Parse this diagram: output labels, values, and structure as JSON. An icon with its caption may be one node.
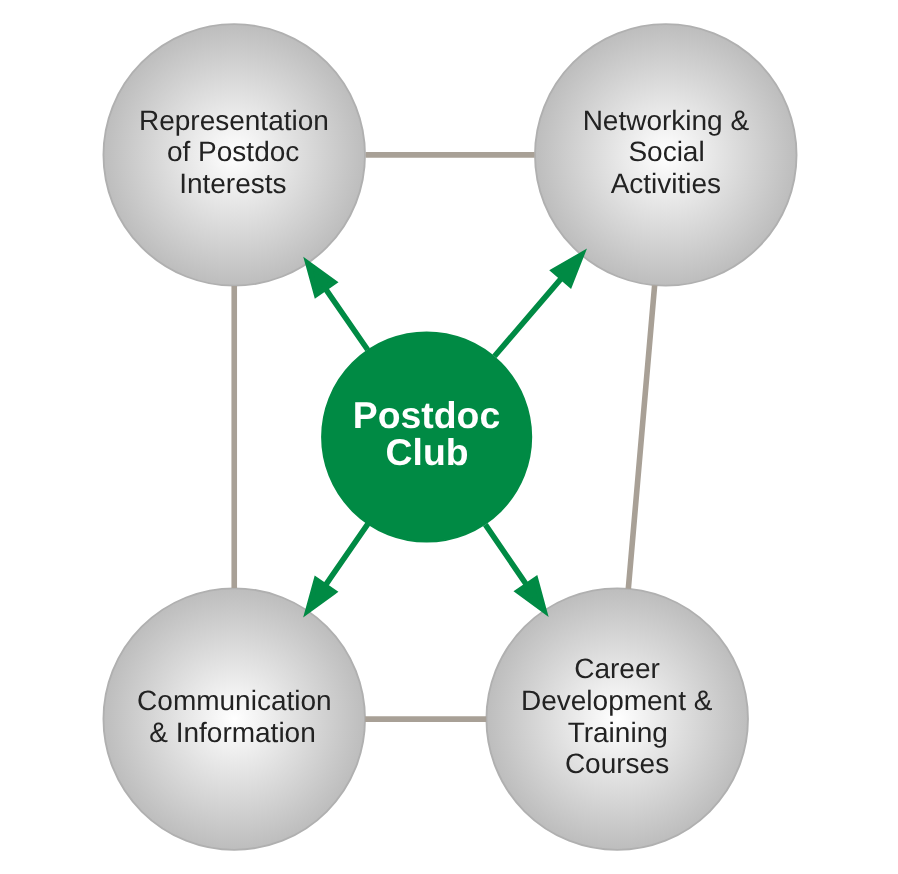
{
  "diagram": {
    "nodes": [
      {
        "text": [
          "Representation of Postdoc Interests"
        ]
      },
      {
        "text": [
          "Networking & Social Activities"
        ]
      },
      {
        "text": [
          "Postdoc Club"
        ]
      },
      {
        "text": [
          "Communication & Information"
        ]
      },
      {
        "text": [
          "Career Development & Training Courses"
        ]
      }
    ],
    "edges": [
      {
        "from": 2,
        "to": 0,
        "arrow": "to",
        "color": "#008a44"
      },
      {
        "from": 2,
        "to": 1,
        "arrow": "to",
        "color": "#008a44"
      },
      {
        "from": 2,
        "to": 3,
        "arrow": "to",
        "color": "#008a44"
      },
      {
        "from": 2,
        "to": 4,
        "arrow": "to",
        "color": "#008a44"
      },
      {
        "from": 0,
        "to": 1,
        "arrow": "none",
        "color": "#a8a096"
      },
      {
        "from": 1,
        "to": 4,
        "arrow": "none",
        "color": "#a8a096"
      },
      {
        "from": 0,
        "to": 3,
        "arrow": "none",
        "color": "#a8a096"
      },
      {
        "from": 3,
        "to": 4,
        "arrow": "none",
        "color": "#a8a096"
      }
    ]
  }
}
